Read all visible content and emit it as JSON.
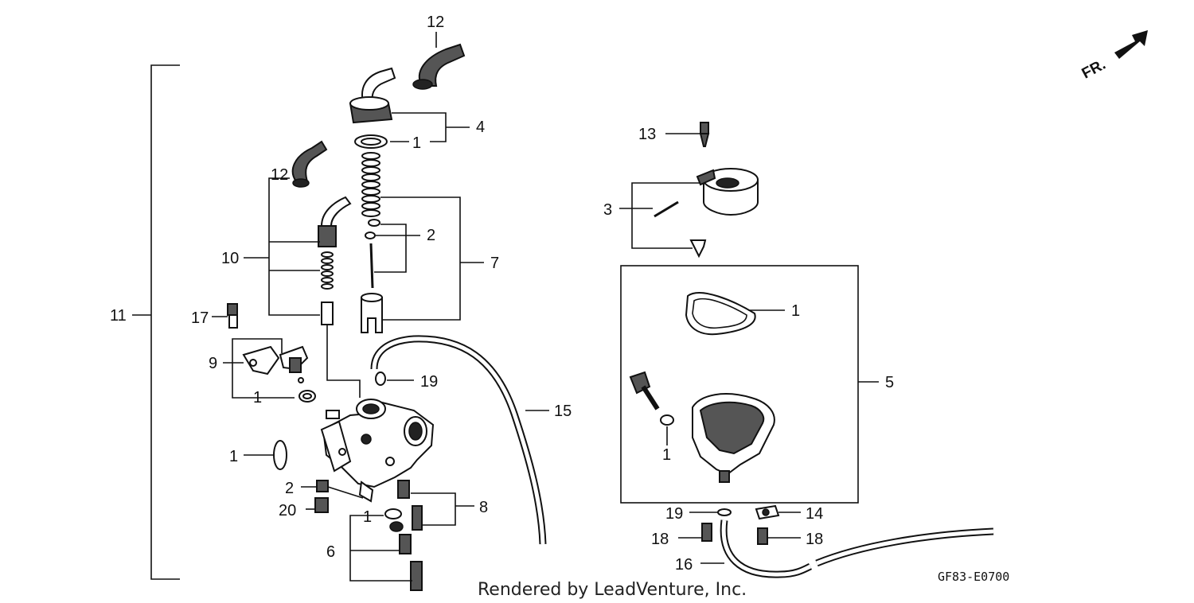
{
  "orientation": {
    "label": "FR."
  },
  "callouts": {
    "c1a": "1",
    "c1b": "1",
    "c1c": "1",
    "c1d": "1",
    "c1e": "1",
    "c1f": "1",
    "c2a": "2",
    "c2b": "2",
    "c3": "3",
    "c4": "4",
    "c5": "5",
    "c6": "6",
    "c7": "7",
    "c8": "8",
    "c9": "9",
    "c10": "10",
    "c11": "11",
    "c12a": "12",
    "c12b": "12",
    "c13": "13",
    "c14": "14",
    "c15": "15",
    "c16": "16",
    "c17": "17",
    "c18a": "18",
    "c18b": "18",
    "c19a": "19",
    "c19b": "19",
    "c20": "20"
  },
  "diagram_code": "GF83-E0700",
  "credit": "Rendered by LeadVenture, Inc."
}
